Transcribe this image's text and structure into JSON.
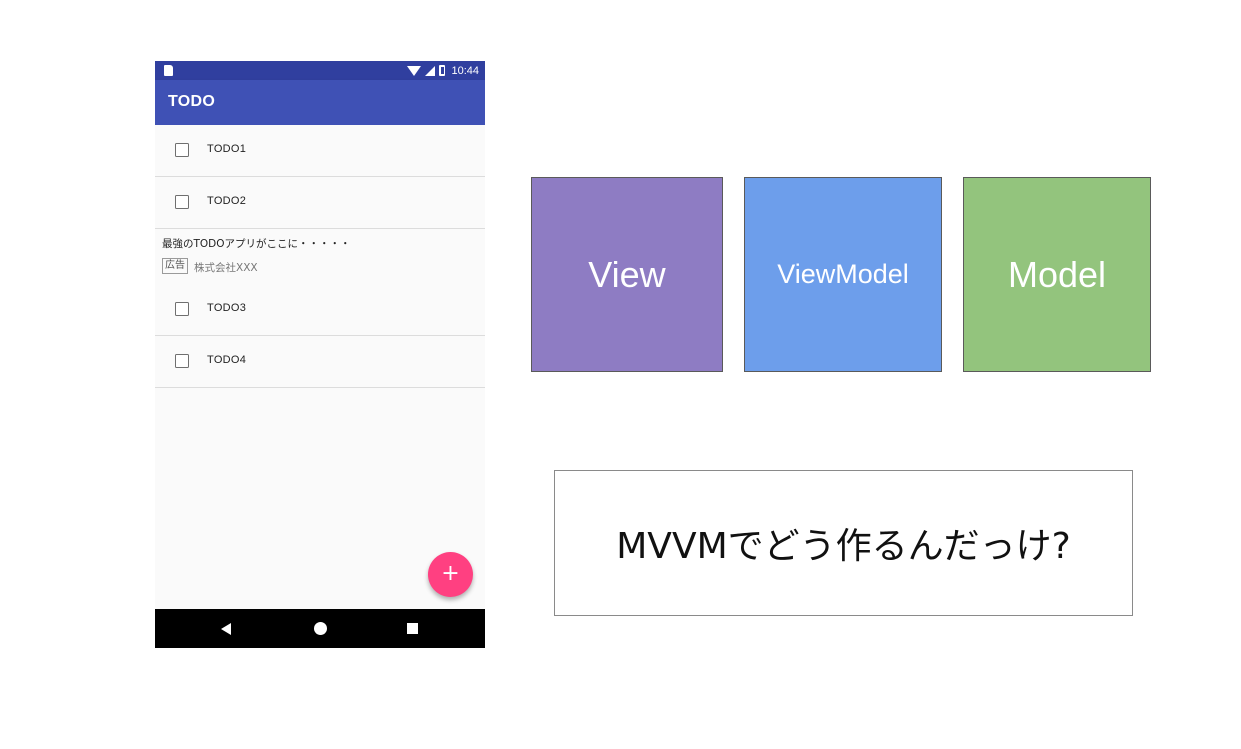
{
  "phone": {
    "status_bar": {
      "time": "10:44"
    },
    "app_bar": {
      "title": "TODO"
    },
    "todos": [
      {
        "label": "TODO1",
        "checked": false
      },
      {
        "label": "TODO2",
        "checked": false
      },
      {
        "label": "TODO3",
        "checked": false
      },
      {
        "label": "TODO4",
        "checked": false
      }
    ],
    "ad": {
      "text": "最強のTODOアプリがここに・・・・・",
      "badge": "広告",
      "company": "株式会社XXX"
    },
    "fab": {
      "label": "+"
    },
    "colors": {
      "status_bar": "#303f9f",
      "app_bar": "#3f51b5",
      "fab": "#ff4081"
    }
  },
  "diagram": {
    "boxes": [
      {
        "label": "View",
        "color": "#8e7cc3"
      },
      {
        "label": "ViewModel",
        "color": "#6d9eeb"
      },
      {
        "label": "Model",
        "color": "#93c47d"
      }
    ],
    "question": "MVVMでどう作るんだっけ?"
  }
}
